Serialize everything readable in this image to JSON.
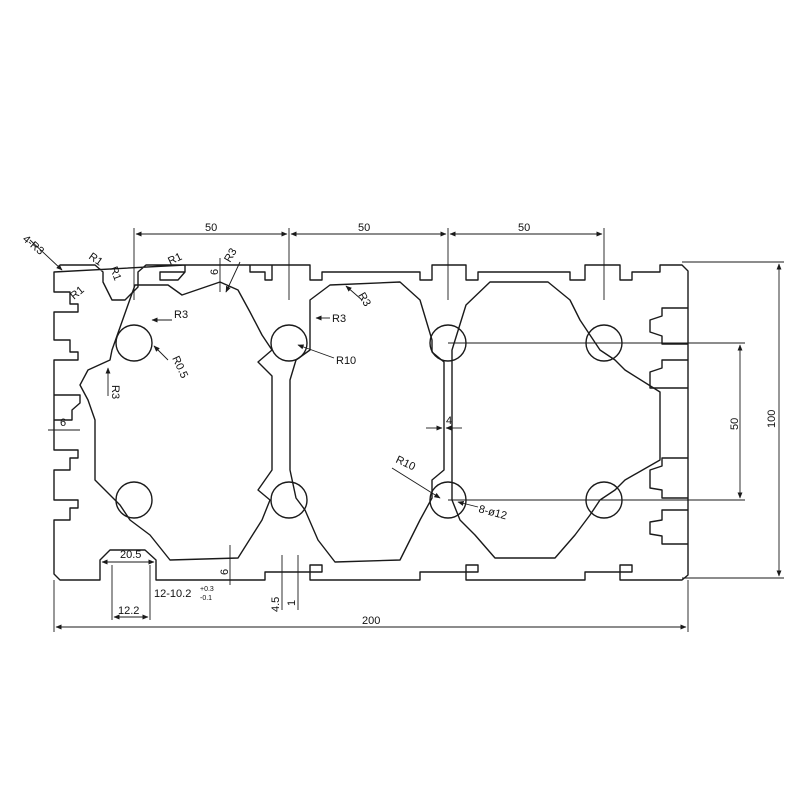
{
  "drawing": {
    "title": "",
    "dimensions": {
      "pitch_1": "50",
      "pitch_2": "50",
      "pitch_3": "50",
      "overall_width": "200",
      "overall_height": "100",
      "vertical_pitch": "50",
      "corner_radius": "4-R3",
      "slot_open_top_width": "20.5",
      "slot_width": "12-10.2",
      "slot_tol_upper": "+0.3",
      "slot_tol_lower": "-0.1",
      "slot_inner_width": "12.2",
      "slot_depth": "4.5",
      "lip_thickness": "1",
      "wall_6_a": "6",
      "wall_6_b": "6",
      "wall_6_c": "6",
      "web_thickness": "4",
      "fillet_r1_a": "R1",
      "fillet_r1_b": "R1",
      "fillet_r1_c": "R1",
      "fillet_r3_a": "R3",
      "fillet_r3_b": "R3",
      "fillet_r3_c": "R3",
      "fillet_r3_d": "R3",
      "fillet_r3_e": "R3",
      "fillet_r05": "R0.5",
      "fillet_r10_a": "R10",
      "fillet_r10_b": "R10",
      "holes": "8-ø12"
    }
  },
  "colors": {
    "line": "#1a1a1a",
    "background": "#ffffff"
  }
}
